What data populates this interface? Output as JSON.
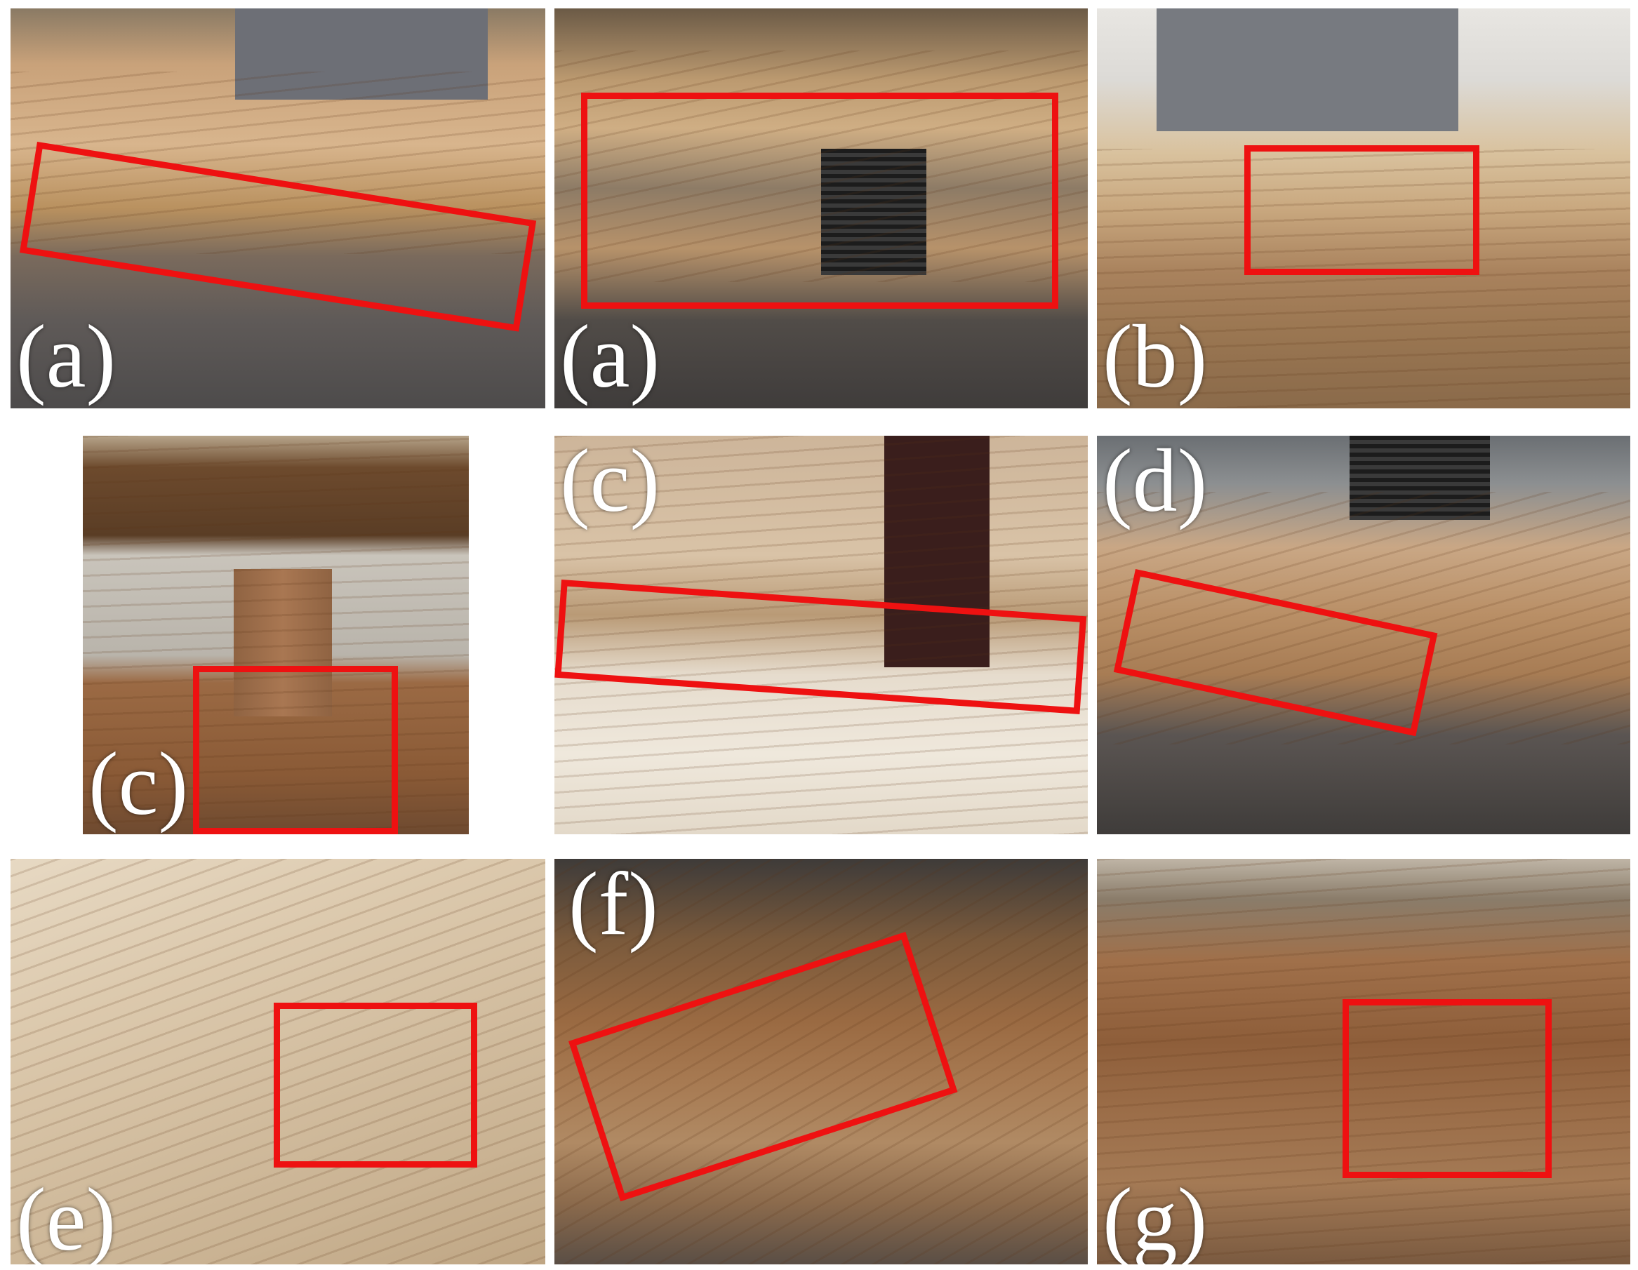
{
  "figure": {
    "panels": [
      {
        "id": "p1",
        "label": "(a)"
      },
      {
        "id": "p2",
        "label": "(a)"
      },
      {
        "id": "p3",
        "label": "(b)"
      },
      {
        "id": "p4",
        "label": "(c)"
      },
      {
        "id": "p5",
        "label": "(c)"
      },
      {
        "id": "p6",
        "label": "(d)"
      },
      {
        "id": "p7",
        "label": "(e)"
      },
      {
        "id": "p8",
        "label": "(f)"
      },
      {
        "id": "p9",
        "label": "(g)"
      }
    ],
    "highlight_color": "#ee1111"
  }
}
